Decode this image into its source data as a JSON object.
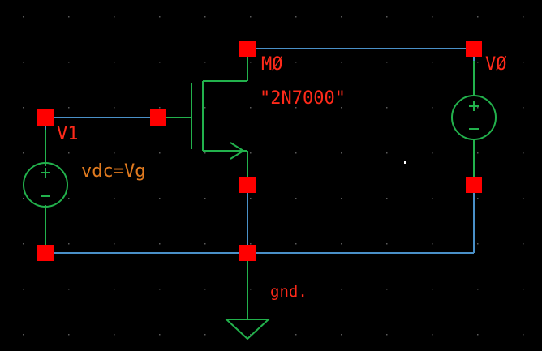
{
  "schematic": {
    "transistor": {
      "instance": "MØ",
      "model": "\"2N7000\""
    },
    "source_v1": {
      "instance": "V1",
      "param": "vdc=Vg"
    },
    "source_v0": {
      "instance": "VØ"
    },
    "ground": {
      "label": "gnd."
    }
  },
  "colors": {
    "background": "#000000",
    "wire": "#4a90c8",
    "pin": "#ff0000",
    "device": "#22b14c",
    "label_red": "#ff2a1a",
    "label_orange": "#e07a1f",
    "grid_dot": "#5a5a5a"
  }
}
